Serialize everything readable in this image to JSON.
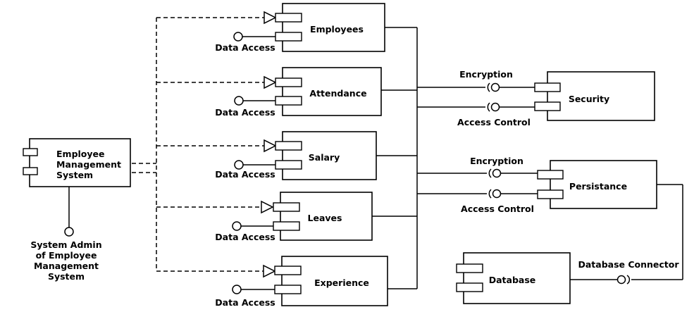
{
  "components": {
    "ems": {
      "label_lines": [
        "Employee",
        "Management",
        "System"
      ]
    },
    "employees": {
      "label": "Employees"
    },
    "attendance": {
      "label": "Attendance"
    },
    "salary": {
      "label": "Salary"
    },
    "leaves": {
      "label": "Leaves"
    },
    "experience": {
      "label": "Experience"
    },
    "security": {
      "label": "Security"
    },
    "persistance": {
      "label": "Persistance"
    },
    "database": {
      "label": "Database"
    }
  },
  "interfaces": {
    "data_access": "Data Access",
    "encryption": "Encryption",
    "access_control": "Access Control",
    "database_connector": "Database Connector",
    "system_admin_lines": [
      "System Admin",
      "of Employee",
      "Management",
      "System"
    ]
  }
}
